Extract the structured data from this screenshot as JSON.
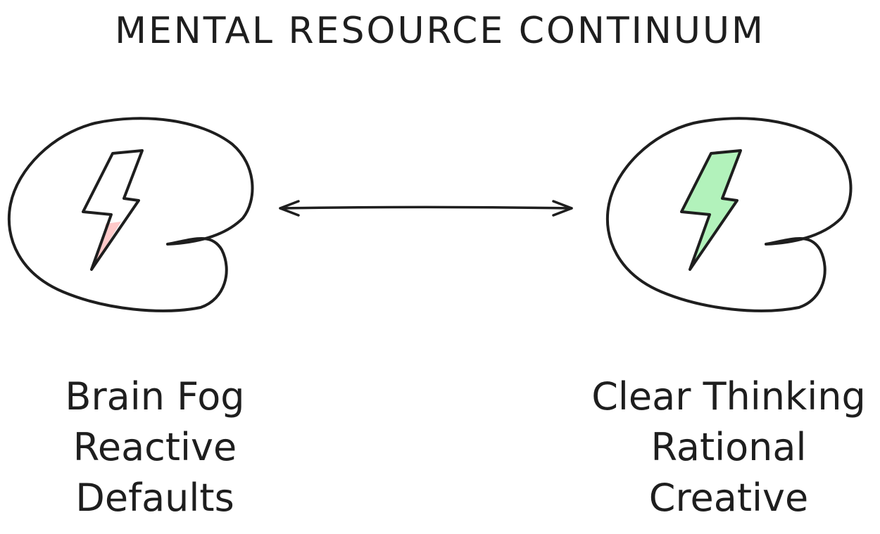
{
  "title": "MENTAL RESOURCE CONTINUUM",
  "left": {
    "lines": [
      "Brain Fog",
      "Reactive",
      "Defaults"
    ],
    "bolt_fill_color": "#ffc9c9"
  },
  "right": {
    "lines": [
      "Clear Thinking",
      "Rational",
      "Creative"
    ],
    "bolt_fill_color": "#b2f2bb"
  },
  "stroke_color": "#1e1e1e",
  "icons": {
    "head": "brain-head-icon",
    "bolt": "lightning-bolt-icon",
    "arrow": "double-headed-arrow-icon"
  }
}
